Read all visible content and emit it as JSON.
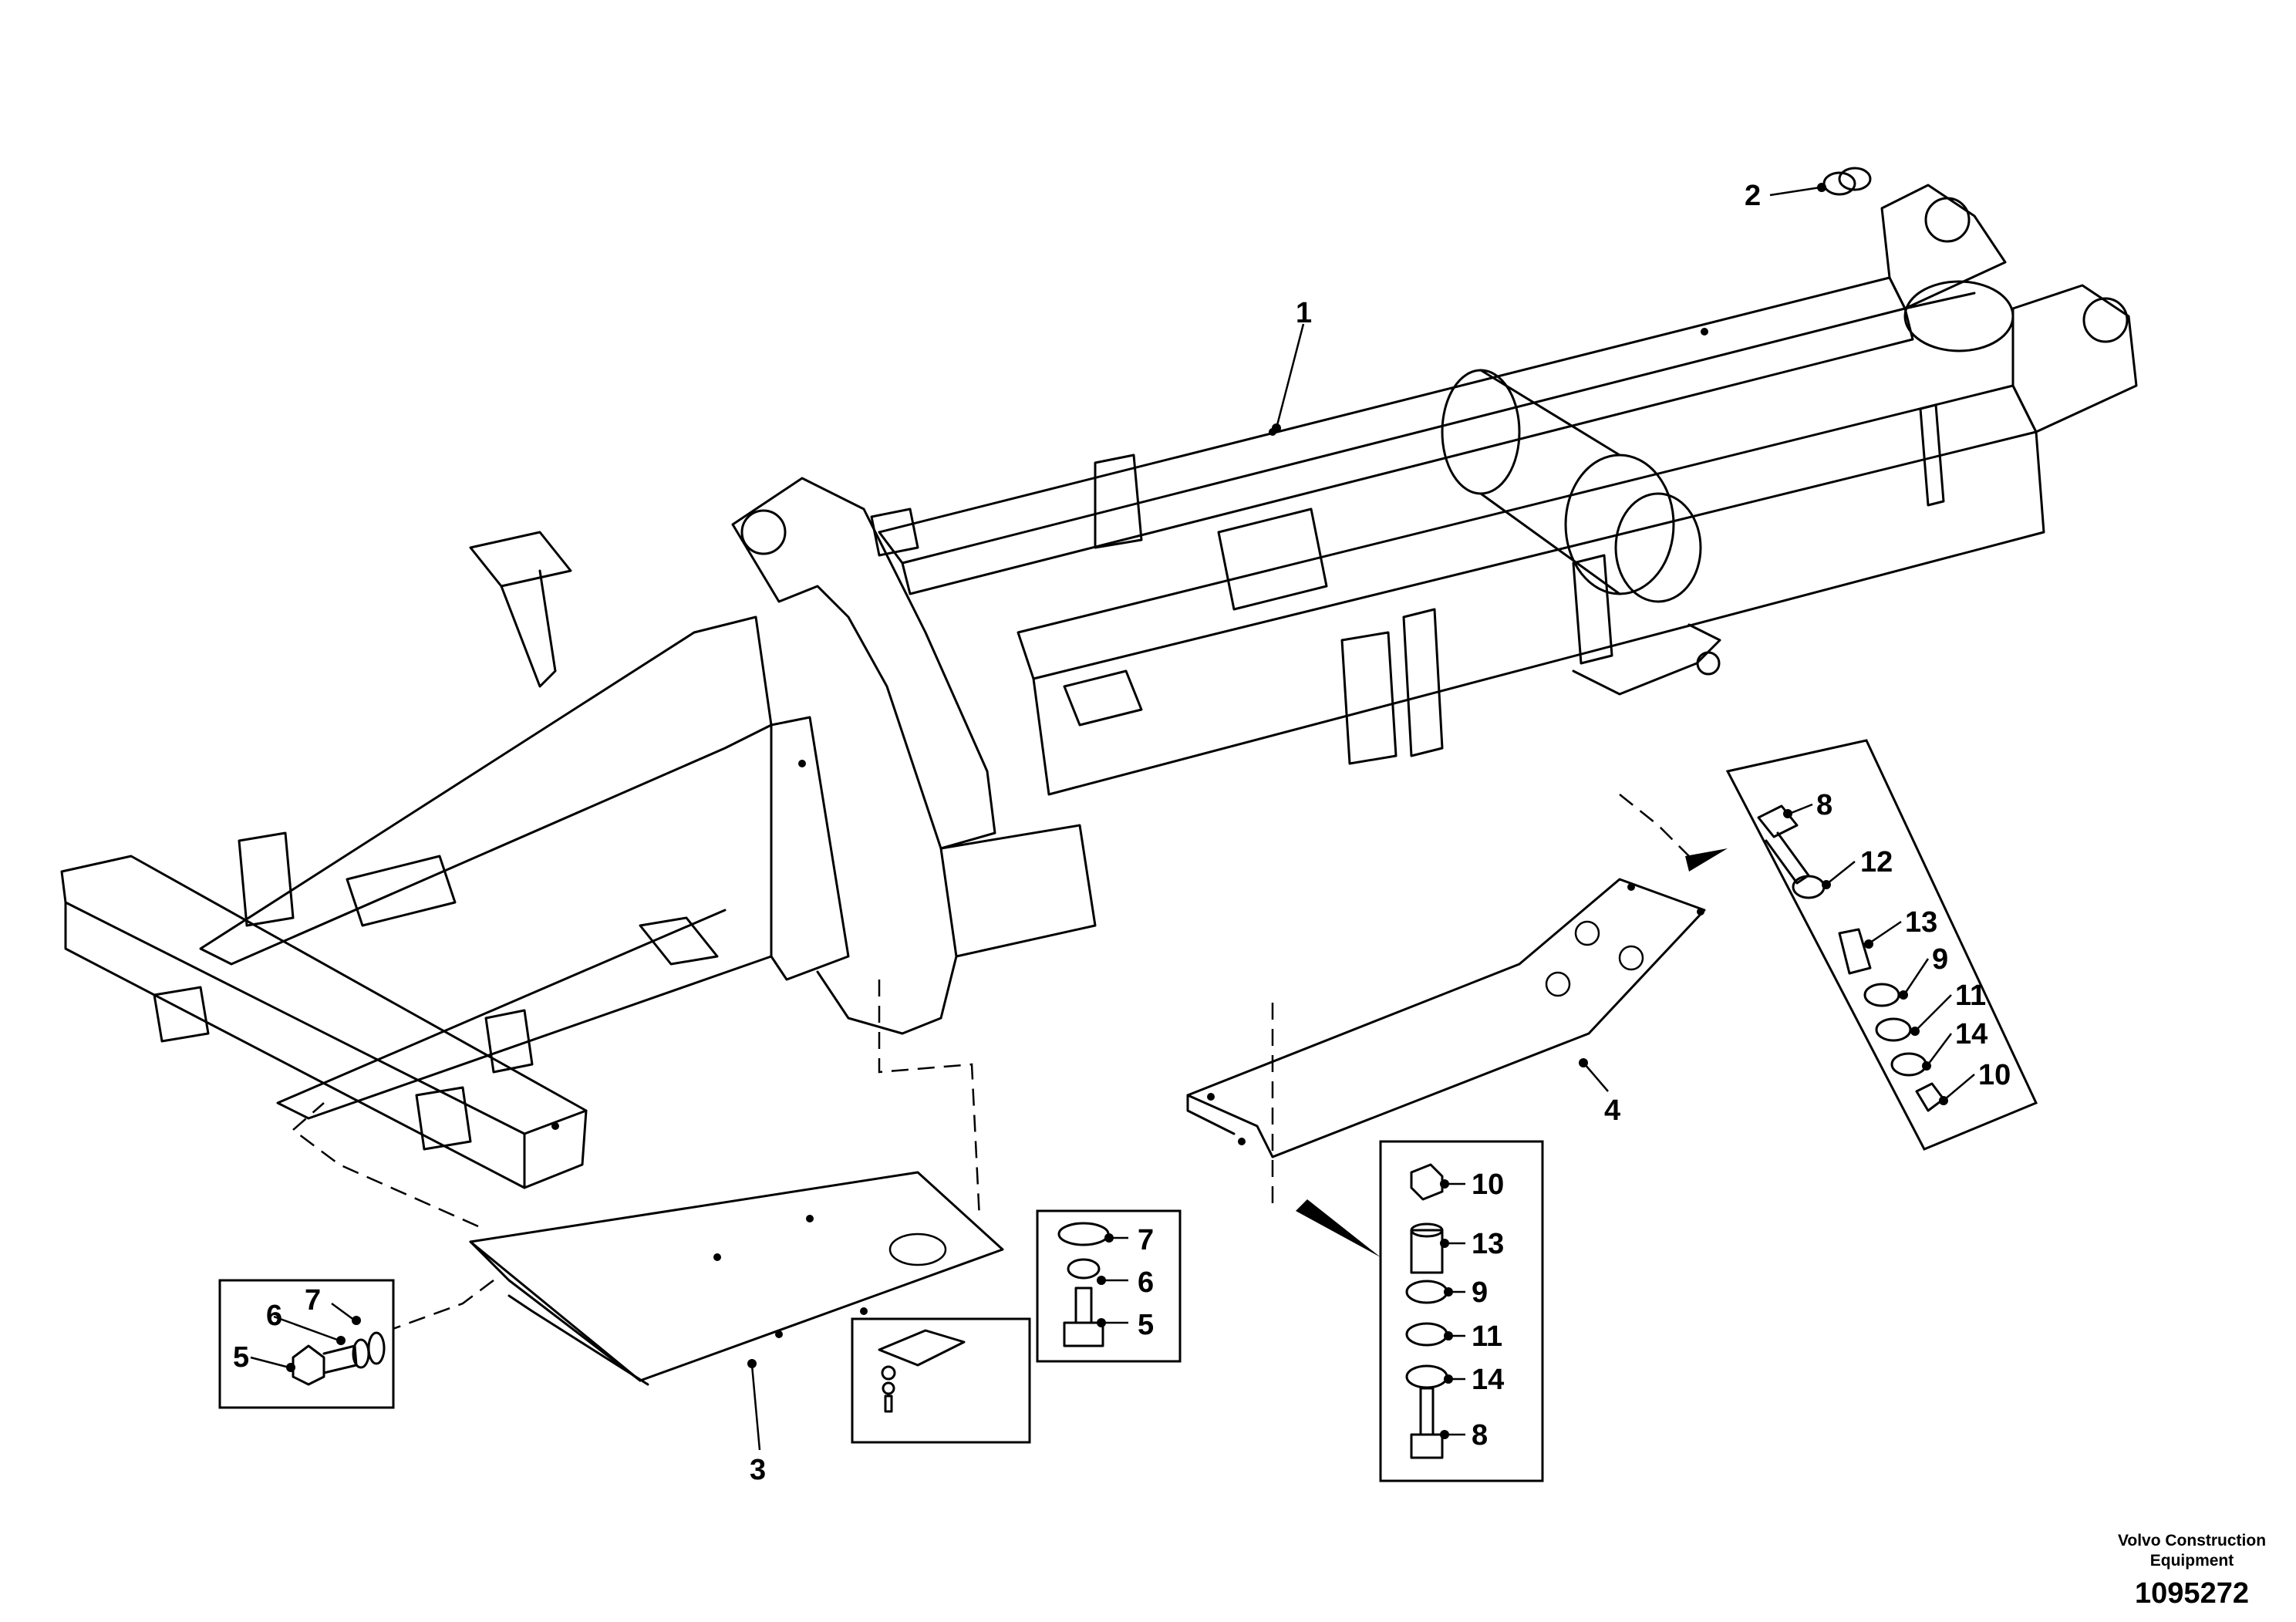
{
  "callouts": {
    "c1": "1",
    "c2": "2",
    "c3": "3",
    "c4": "4",
    "c5a": "5",
    "c6a": "6",
    "c7a": "7",
    "c7b": "7",
    "c6b": "6",
    "c5b": "5",
    "c8a": "8",
    "c12": "12",
    "c13a": "13",
    "c9a": "9",
    "c11a": "11",
    "c14a": "14",
    "c10a": "10",
    "c10b": "10",
    "c13b": "13",
    "c9b": "9",
    "c11b": "11",
    "c14b": "14",
    "c8b": "8"
  },
  "footer": {
    "brand_line1": "Volvo Construction",
    "brand_line2": "Equipment",
    "doc_number": "1095272"
  }
}
